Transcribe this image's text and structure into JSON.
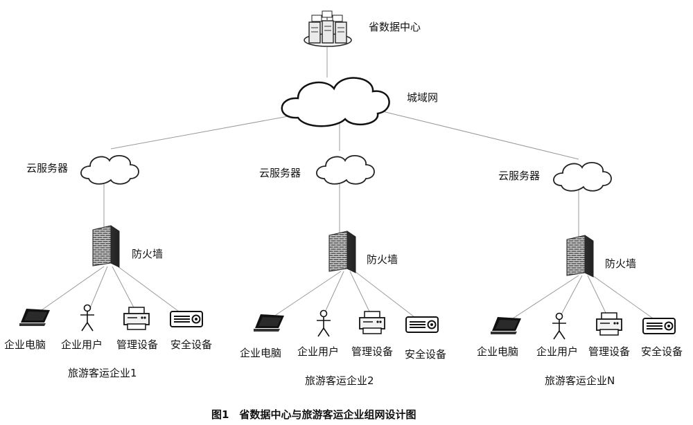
{
  "datacenter": {
    "label": "省数据中心"
  },
  "metro": {
    "label": "城域网"
  },
  "enterprises": [
    {
      "cloud": "云服务器",
      "firewall": "防火墙",
      "devices": [
        "企业电脑",
        "企业用户",
        "管理设备",
        "安全设备"
      ],
      "name": "旅游客运企业1"
    },
    {
      "cloud": "云服务器",
      "firewall": "防火墙",
      "devices": [
        "企业电脑",
        "企业用户",
        "管理设备",
        "安全设备"
      ],
      "name": "旅游客运企业2"
    },
    {
      "cloud": "云服务器",
      "firewall": "防火墙",
      "devices": [
        "企业电脑",
        "企业用户",
        "管理设备",
        "安全设备"
      ],
      "name": "旅游客运企业N"
    }
  ],
  "caption": "图1　省数据中心与旅游客运企业组网设计图",
  "device_icons": [
    "laptop-icon",
    "user-icon",
    "printer-icon",
    "projector-icon"
  ]
}
